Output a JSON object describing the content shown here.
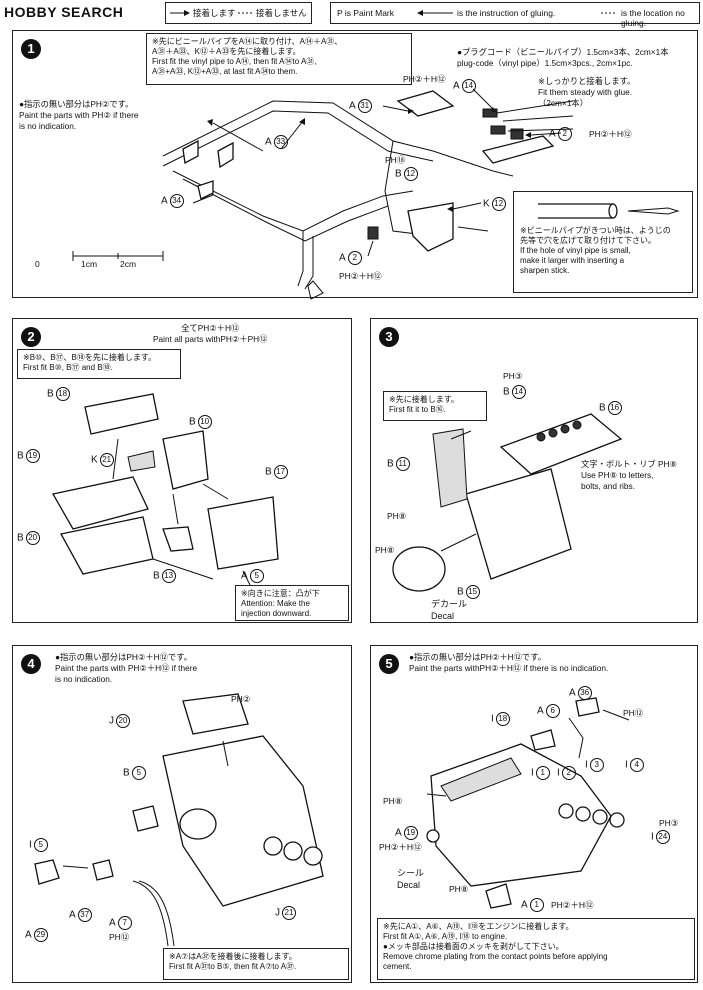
{
  "header": {
    "logo": "HOBBY SEARCH",
    "legend_glue": "接着します",
    "legend_noglue": "接着しません",
    "legend_paint": "P is Paint Mark",
    "legend_instruction": "is the instruction of gluing.",
    "legend_location": "is the location no gluing."
  },
  "step1": {
    "num": "1",
    "box_text": [
      "※先にビニールパイプをA⑭に取り付け、A⑭＋A㉛、",
      "A㉛＋A㉝、K⑫＋A㉝を先に接着します。",
      "First fit the vinyl pipe to A⑭, then fit A⑭to A㉛,",
      "A㉛+A㉝, K⑫+A㉝, at last fit A㉞to them."
    ],
    "note_left": [
      "●指示の無い部分はPH②です。",
      "Paint the parts with PH② if there",
      "is no indication."
    ],
    "plug_note": [
      "●プラグコード（ビニールパイプ）1.5cm×3本、2cm×1本",
      "plug-code（vinyl pipe）1.5cm×3pcs., 2cm×1pc."
    ],
    "glue_note": [
      "※しっかりと接着します。",
      "Fit them steady with glue.",
      "（2cm×1本）"
    ],
    "scale": {
      "zero": "0",
      "one": "1cm",
      "two": "2cm"
    },
    "vinyl_note": [
      "※ビニールパイプがきつい時は、ようじの",
      "先等で穴を広げて取り付けて下さい。",
      "If the hole of vinyl pipe is small,",
      "make it larger with inserting a",
      "sharpen stick."
    ],
    "labels": {
      "a31": "A",
      "a33": "A",
      "a34": "A",
      "a14": "A",
      "a2a": "A",
      "a2b": "A",
      "b12": "B",
      "k12": "K"
    },
    "paint": {
      "p1": "PH②＋H⑫",
      "p2": "PH②＋H⑫",
      "p3": "PH⑱",
      "p4": "PH②＋H⑫"
    }
  },
  "step2": {
    "num": "2",
    "top": [
      "全てPH②＋H⑫",
      "Paint all parts withPH②＋PH⑫"
    ],
    "box_text": [
      "※B⑩、B⑰、B⑱を先に接着します。",
      "First fit B⑩, B⑰ and B⑱."
    ],
    "labels": {
      "b18": "B",
      "b10": "B",
      "b19": "B",
      "k21": "K",
      "b17": "B",
      "b20": "B",
      "b13": "B",
      "a5": "A"
    },
    "attention": [
      "※向きに注意：凸が下",
      "Attention: Make the",
      "injection downward."
    ]
  },
  "step3": {
    "num": "3",
    "box_text": [
      "※先に接着します。",
      "First fit it to B⑯."
    ],
    "labels": {
      "b14": "B",
      "b16": "B",
      "b11": "B",
      "b15": "B"
    },
    "paint": {
      "p1": "PH③",
      "p2": "PH⑧",
      "p3": "PH⑧"
    },
    "letters_note": [
      "文字・ボルト・リブ PH⑧",
      "Use PH⑧ to letters,",
      "bolts, and ribs."
    ],
    "decal": [
      "デカール",
      "Decal"
    ]
  },
  "step4": {
    "num": "4",
    "note": [
      "●指示の無い部分はPH②＋H⑫です。",
      "Paint the parts with PH②＋H⑫ if there",
      "is no indication."
    ],
    "labels": {
      "j20": "J",
      "b5": "B",
      "i5": "I",
      "a29": "A",
      "a37": "A",
      "a7": "A",
      "j21": "J"
    },
    "paint": {
      "p1": "PH②",
      "p2": "PH⑫"
    },
    "bottom": [
      "※A⑦はA㊲を接着後に接着します。",
      "First fit A㊲to B⑤, then fit A⑦to A㊲."
    ]
  },
  "step5": {
    "num": "5",
    "note": [
      "●指示の無い部分はPH②＋H⑫です。",
      "Paint the parts withPH②＋H⑫ if there is no indication."
    ],
    "labels": {
      "a36": "A",
      "a6": "A",
      "i18": "I",
      "i1": "I",
      "i2": "I",
      "i3": "I",
      "i4": "I",
      "a19": "A",
      "i24": "I",
      "a1": "A"
    },
    "paint": {
      "p1": "PH⑫",
      "p2": "PH⑧",
      "p3": "PH②＋H⑫",
      "p4": "PH③",
      "p5": "PH⑧",
      "p6": "PH②＋H⑫"
    },
    "decal": [
      "シール",
      "Decal"
    ],
    "bottom": [
      "※先にA①、A⑥、A⑲、I⑱をエンジンに接着します。",
      "First fit A①, A⑥, A⑲, I⑱ to engine.",
      "●メッキ部品は接着面のメッキを剥がして下さい。",
      "Remove chrome plating from the contact points before applying",
      "cement."
    ]
  }
}
